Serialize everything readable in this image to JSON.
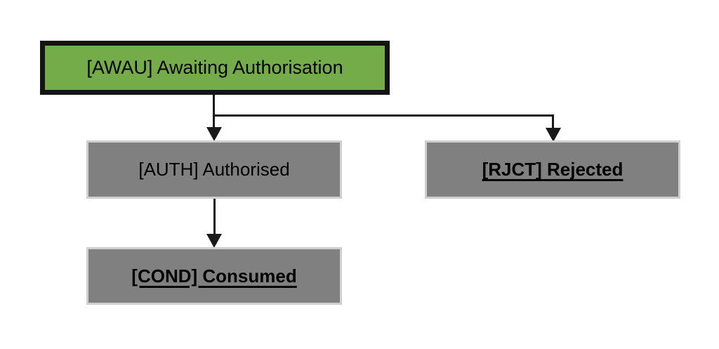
{
  "diagram": {
    "type": "state-flowchart",
    "nodes": {
      "awau": {
        "code": "AWAU",
        "label": "[AWAU] Awaiting Authorisation",
        "style": "active-green"
      },
      "auth": {
        "code": "AUTH",
        "label": "[AUTH] Authorised",
        "style": "gray"
      },
      "rjct": {
        "code": "RJCT",
        "label": "[RJCT] Rejected",
        "style": "gray-bold-underline"
      },
      "cond": {
        "code": "COND",
        "label": "[COND] Consumed",
        "style": "gray-bold-underline"
      }
    },
    "edges": [
      {
        "from": "AWAU",
        "to": "AUTH"
      },
      {
        "from": "AWAU",
        "to": "RJCT"
      },
      {
        "from": "AUTH",
        "to": "COND"
      }
    ],
    "colors": {
      "active_fill": "#73ac48",
      "active_border": "#141414",
      "node_fill": "#808080",
      "node_border": "#cfcfcf",
      "connector": "#1a1a1a",
      "text": "#000000",
      "background": "#ffffff"
    }
  }
}
